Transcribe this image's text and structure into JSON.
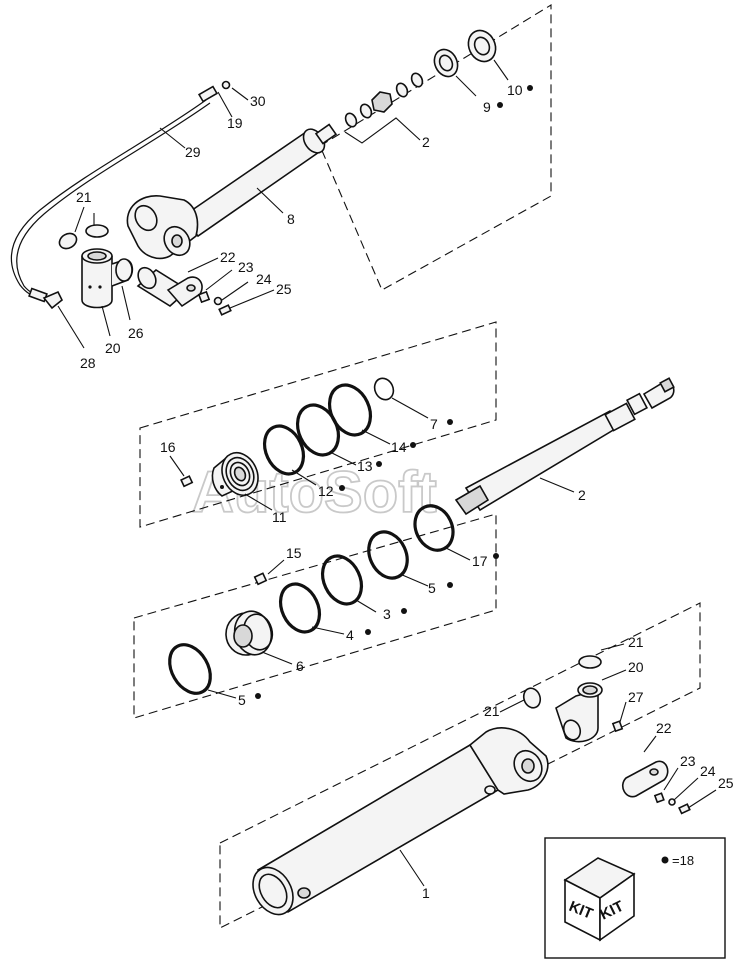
{
  "watermark": "AutoSoft",
  "legend": {
    "dot_label": "=18",
    "kit_left": "KIT",
    "kit_right": "KIT"
  },
  "callouts": {
    "top_2": "2",
    "top_8": "8",
    "top_9": "9",
    "top_10": "10",
    "top_19": "19",
    "top_20": "20",
    "top_21": "21",
    "top_22": "22",
    "top_23": "23",
    "top_24": "24",
    "top_25": "25",
    "top_26": "26",
    "top_28": "28",
    "top_29": "29",
    "top_30": "30",
    "mid_2": "2",
    "mid_7": "7",
    "mid_11": "11",
    "mid_12": "12",
    "mid_13": "13",
    "mid_14": "14",
    "mid_16": "16",
    "low_15": "15",
    "low_17": "17",
    "low_5a": "5",
    "low_3": "3",
    "low_4": "4",
    "low_6": "6",
    "low_5b": "5",
    "bot_1": "1",
    "bot_20": "20",
    "bot_21a": "21",
    "bot_21b": "21",
    "bot_22": "22",
    "bot_23": "23",
    "bot_24": "24",
    "bot_25": "25",
    "bot_27": "27"
  }
}
